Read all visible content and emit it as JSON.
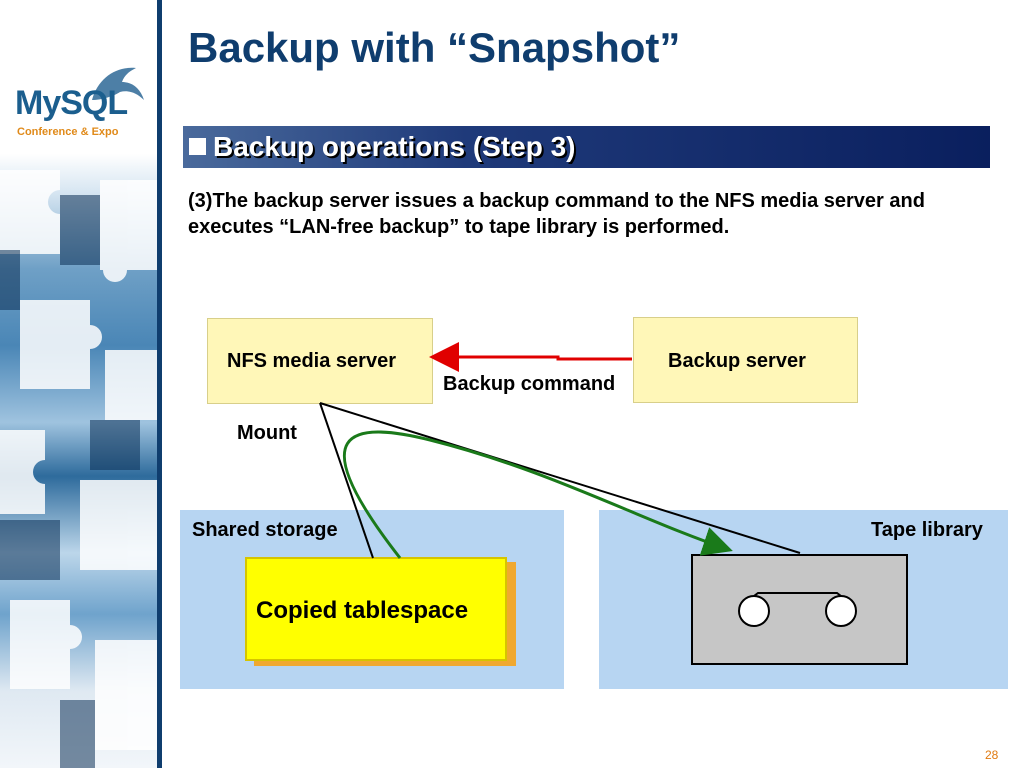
{
  "title": "Backup with “Snapshot”",
  "logo": {
    "wordmark": "MySQL",
    "subtitle": "Conference & Expo",
    "icon": "dolphin-icon"
  },
  "section": {
    "bullet_icon": "square-bullet-icon",
    "heading": "Backup operations (Step 3)"
  },
  "description": "(3)The backup server issues a backup command to the NFS media server and executes “LAN-free backup” to tape library is performed.",
  "diagram": {
    "nfs_media_server": "NFS media server",
    "backup_server": "Backup server",
    "backup_command": "Backup command",
    "mount": "Mount",
    "shared_storage": "Shared storage",
    "copied_tablespace": "Copied tablespace",
    "tape_library": "Tape library"
  },
  "page_number": "28",
  "colors": {
    "title": "#0f3d6e",
    "section_bar": "#0a1f5e",
    "server_box": "#fff7b8",
    "storage_area": "#b7d5f2",
    "copied_box": "#ffff00",
    "command_arrow": "#e00000",
    "copy_arrow": "#1a7a1a"
  }
}
